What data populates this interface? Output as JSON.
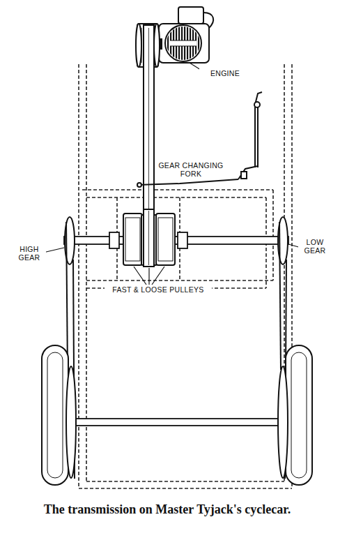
{
  "diagram": {
    "caption": "The transmission on Master Tyjack's cyclecar.",
    "labels": [
      "ENGINE",
      "GEAR CHANGING FORK",
      "HIGH GEAR",
      "LOW GEAR",
      "FAST & LOOSE PULLEYS"
    ]
  }
}
